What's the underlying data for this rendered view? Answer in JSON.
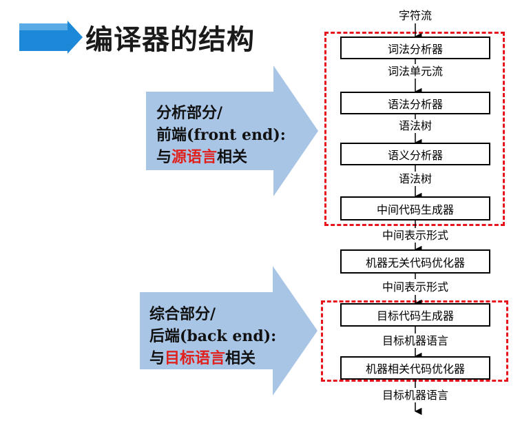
{
  "title": "编译器的结构",
  "front_end": {
    "line1": "分析部分/",
    "line2": "前端(front end):",
    "line3_pre": "与",
    "line3_highlight": "源语言",
    "line3_post": "相关"
  },
  "back_end": {
    "line1": "综合部分/",
    "line2": "后端(back end):",
    "line3_pre": "与",
    "line3_highlight": "目标语言",
    "line3_post": "相关"
  },
  "pipeline": {
    "input_label": "字符流",
    "lexer": "词法分析器",
    "token_stream": "词法单元流",
    "parser": "语法分析器",
    "syntax_tree_1": "语法树",
    "semantic_analyzer": "语义分析器",
    "syntax_tree_2": "语法树",
    "ir_generator": "中间代码生成器",
    "ir_1": "中间表示形式",
    "machine_independent_optimizer": "机器无关代码优化器",
    "ir_2": "中间表示形式",
    "code_generator": "目标代码生成器",
    "target_code_1": "目标机器语言",
    "machine_dependent_optimizer": "机器相关代码优化器",
    "target_code_2": "目标机器语言"
  },
  "colors": {
    "title_accent": "#1e88d8",
    "arrow_fill": "#a9c5e6",
    "dashed_border": "#e8141c",
    "highlight_text": "#e0201b"
  }
}
